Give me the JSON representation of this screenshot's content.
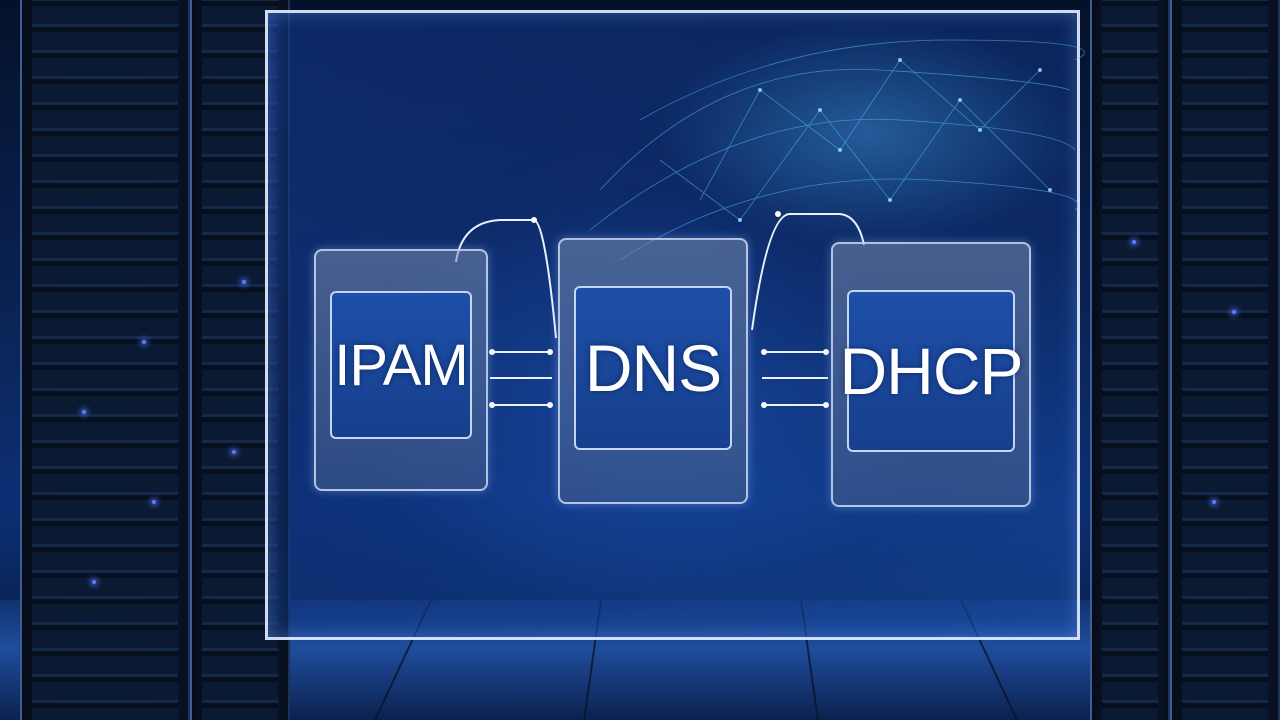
{
  "modules": [
    {
      "title": "IPAM",
      "caption": ""
    },
    {
      "title": "DNS",
      "caption": ""
    },
    {
      "title": "DHCP",
      "caption": ""
    }
  ],
  "colors": {
    "accent": "#4fc3ff",
    "panel_border": "#e6f0ff",
    "screen": "#1d4fa8",
    "led": "#5b7bff"
  }
}
